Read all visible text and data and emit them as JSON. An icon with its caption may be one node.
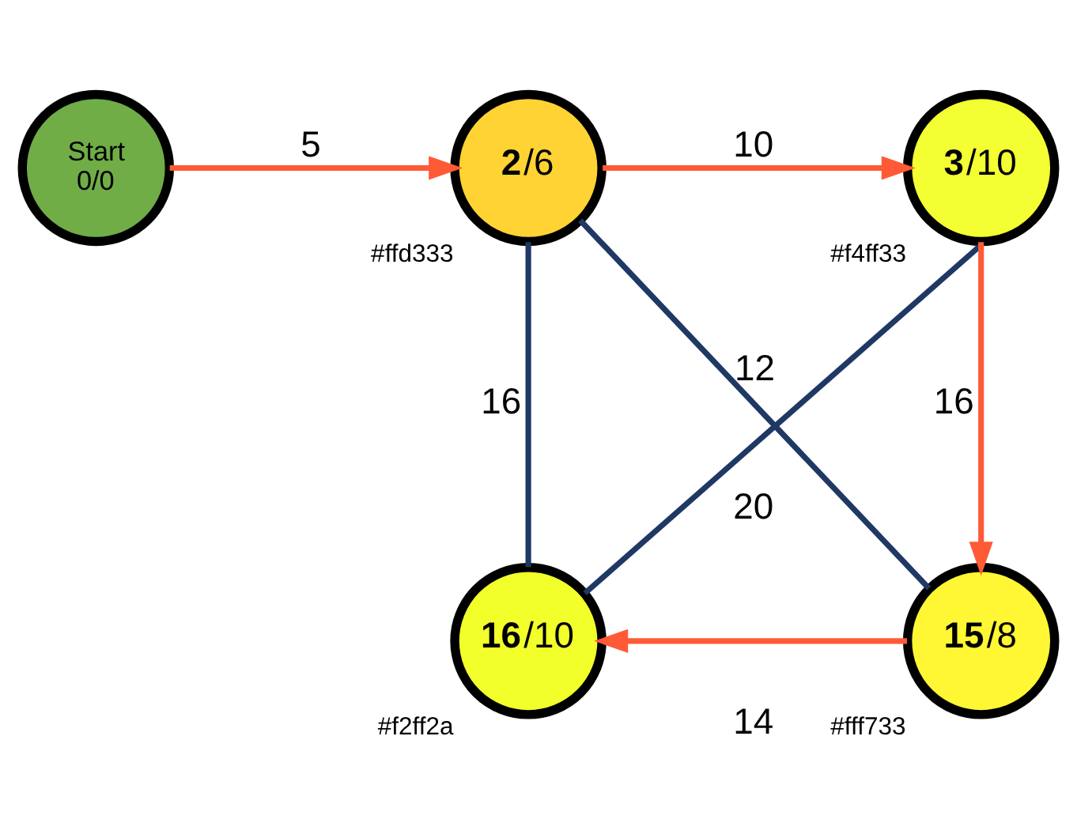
{
  "diagram": {
    "nodes": [
      {
        "text": [
          "Start",
          "0/0"
        ]
      },
      {
        "text": [
          "**2**/6"
        ],
        "beside": [
          "#ffd333"
        ]
      },
      {
        "text": [
          "**3**/10"
        ],
        "beside": [
          "#f4ff33"
        ]
      },
      {
        "text": [
          "**16**/10"
        ],
        "beside": [
          "#f2ff2a"
        ]
      },
      {
        "text": [
          "**15**/8"
        ],
        "beside": [
          "#fff733"
        ]
      }
    ],
    "edges": [
      {
        "from": 0,
        "to": 1,
        "arrow": "to",
        "label": "5"
      },
      {
        "from": 1,
        "to": 2,
        "arrow": "to",
        "label": "10"
      },
      {
        "from": 1,
        "to": 3,
        "arrow": "none",
        "label": "16",
        "color": "#1f3864"
      },
      {
        "from": 2,
        "to": 3,
        "arrow": "none",
        "label": "20",
        "color": "#1f3864"
      },
      {
        "from": 1,
        "to": 4,
        "arrow": "none",
        "label": "12",
        "color": "#1f3864"
      },
      {
        "from": 2,
        "to": 4,
        "arrow": "to",
        "label": "16"
      },
      {
        "from": 4,
        "to": 3,
        "arrow": "to",
        "label": "14"
      }
    ]
  }
}
